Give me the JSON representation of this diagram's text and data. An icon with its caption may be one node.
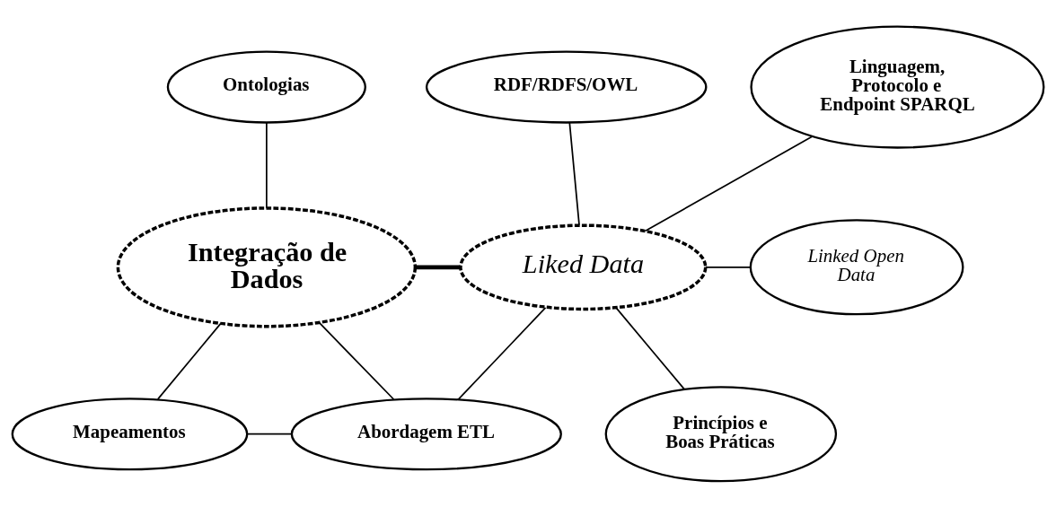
{
  "diagram": {
    "nodes": [
      {
        "text": [
          "Ontologias"
        ]
      },
      {
        "text": [
          "RDF/RDFS/OWL"
        ]
      },
      {
        "text": [
          "Linguagem, Protocolo e Endpoint SPARQL"
        ]
      },
      {
        "text": [
          "Integração de Dados"
        ]
      },
      {
        "text": [
          "Liked Data"
        ]
      },
      {
        "text": [
          "Linked Open Data"
        ]
      },
      {
        "text": [
          "Mapeamentos"
        ]
      },
      {
        "text": [
          "Abordagem ETL"
        ]
      },
      {
        "text": [
          "Princípios e Boas Práticas"
        ]
      }
    ],
    "edges": [
      {
        "from": 0,
        "to": 3,
        "arrow": "none"
      },
      {
        "from": 1,
        "to": 4,
        "arrow": "none"
      },
      {
        "from": 2,
        "to": 4,
        "arrow": "none"
      },
      {
        "from": 3,
        "to": 4,
        "arrow": "none",
        "style": "thick"
      },
      {
        "from": 4,
        "to": 5,
        "arrow": "none"
      },
      {
        "from": 3,
        "to": 6,
        "arrow": "none"
      },
      {
        "from": 3,
        "to": 7,
        "arrow": "none"
      },
      {
        "from": 6,
        "to": 7,
        "arrow": "none"
      },
      {
        "from": 4,
        "to": 7,
        "arrow": "none"
      },
      {
        "from": 4,
        "to": 8,
        "arrow": "none"
      }
    ]
  }
}
